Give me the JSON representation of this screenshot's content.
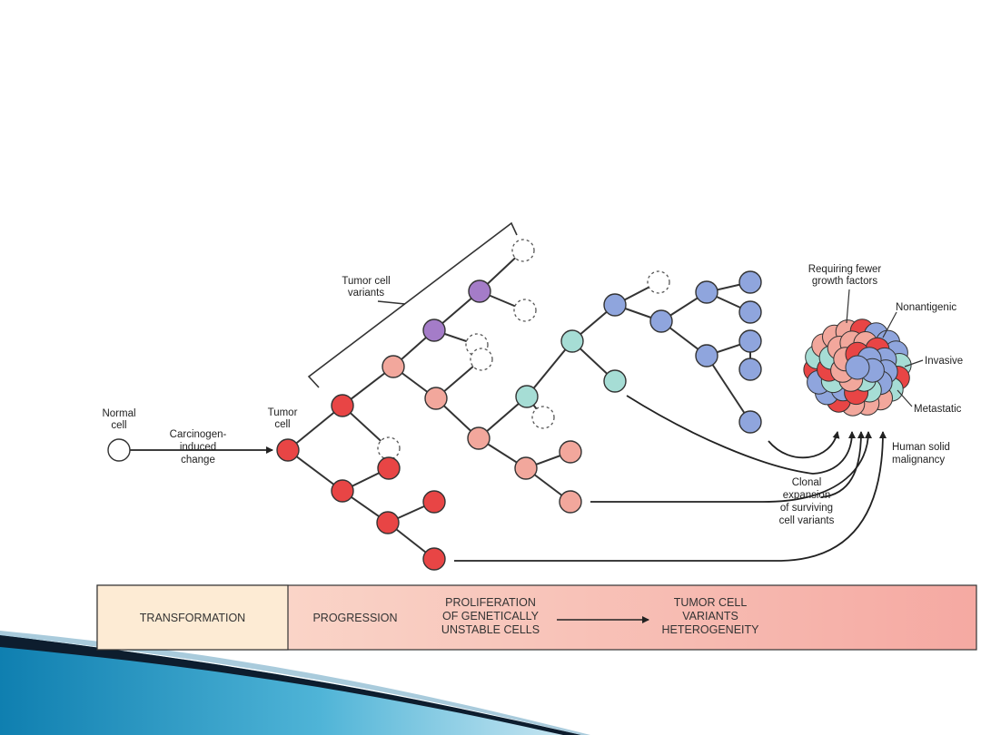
{
  "labels": {
    "normal_cell": [
      "Normal",
      "cell"
    ],
    "carcinogen_change": [
      "Carcinogen-",
      "induced",
      "change"
    ],
    "tumor_cell": [
      "Tumor",
      "cell"
    ],
    "tumor_variants": [
      "Tumor cell",
      "variants"
    ],
    "fewer_growth_factors": [
      "Requiring fewer",
      "growth factors"
    ],
    "nonantigenic": "Nonantigenic",
    "invasive": "Invasive",
    "metastatic": "Metastatic",
    "human_solid": [
      "Human solid",
      "malignancy"
    ],
    "clonal_expansion": [
      "Clonal",
      "expansion",
      "of surviving",
      "cell variants"
    ]
  },
  "bar": {
    "transformation": "TRANSFORMATION",
    "progression": "PROGRESSION",
    "proliferation": [
      "PROLIFERATION",
      "OF GENETICALLY",
      "UNSTABLE CELLS"
    ],
    "heterogeneity": [
      "TUMOR CELL",
      "VARIANTS",
      "HETEROGENEITY"
    ]
  },
  "colors": {
    "red": "#e84545",
    "salmon": "#f2a79c",
    "purple": "#a47cc8",
    "teal": "#a6ddd5",
    "blue": "#8fa5dd",
    "transformation_bg": "#fdebd4",
    "progression_bg": "#f6b2ab",
    "slide_accent": "#2a9cc7"
  }
}
